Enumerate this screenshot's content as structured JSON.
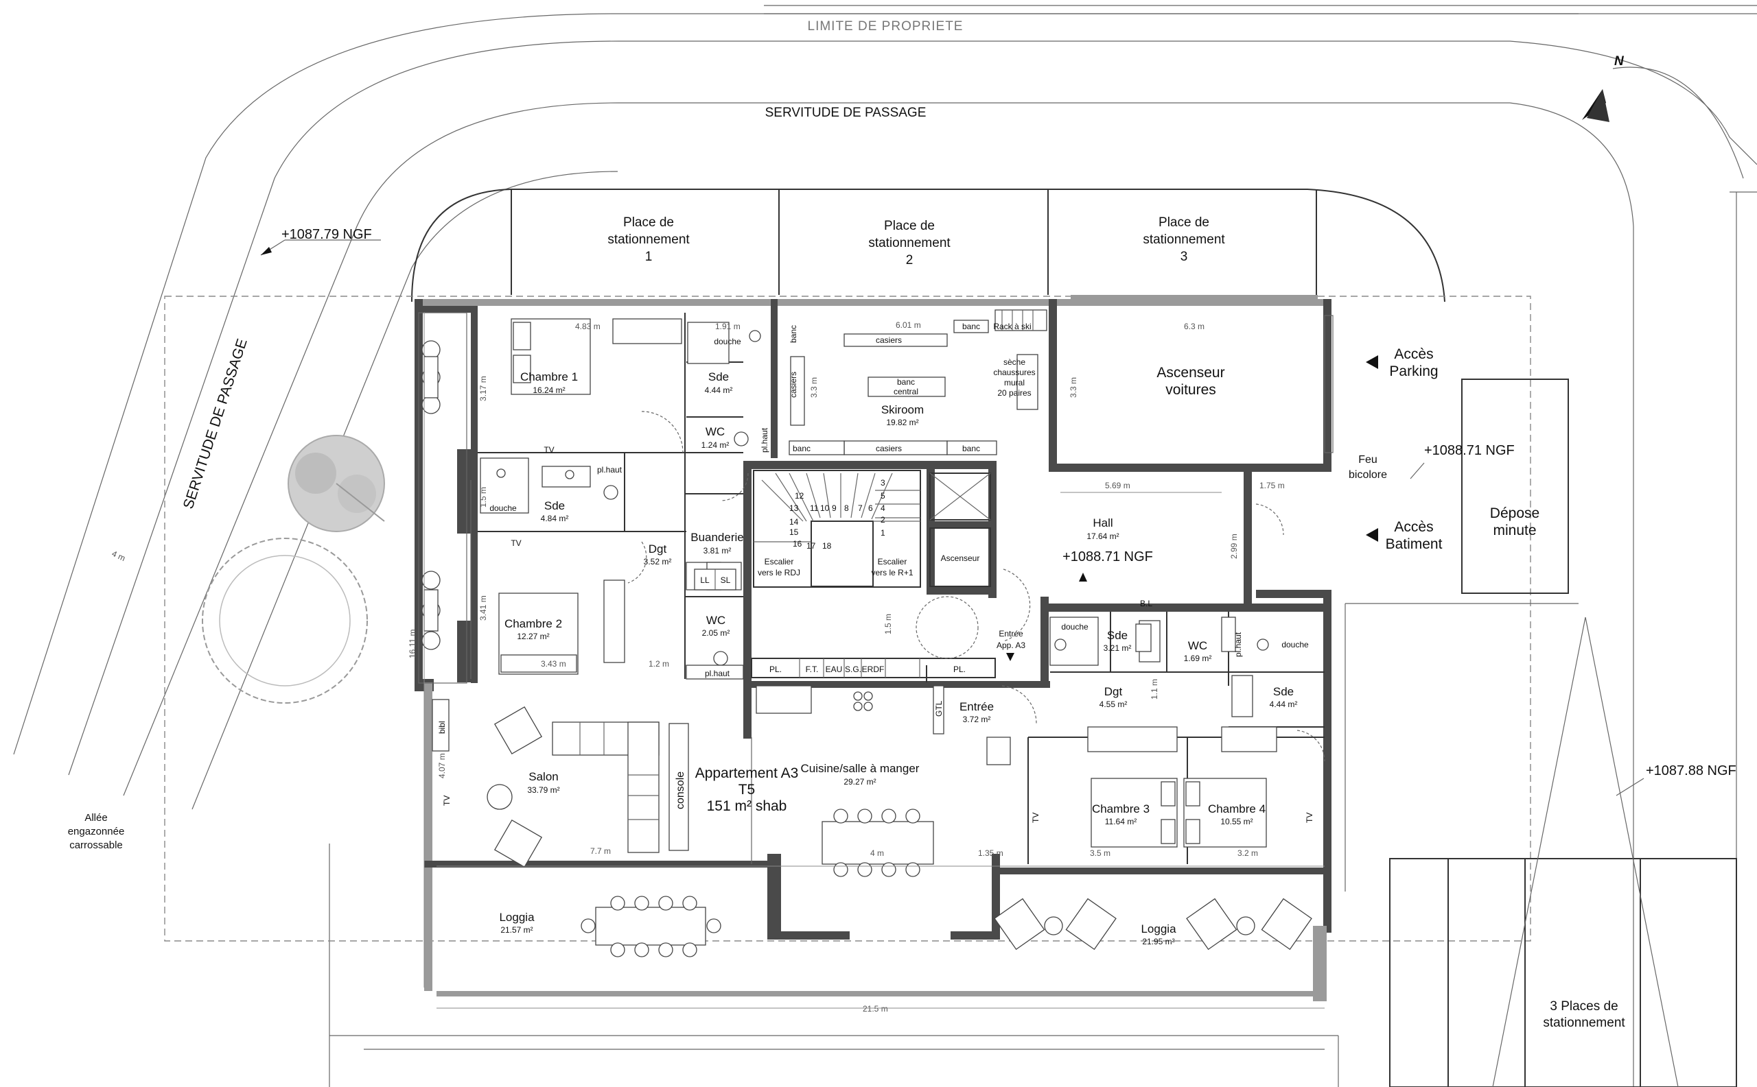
{
  "site": {
    "property_limit": "LIMITE DE PROPRIETE",
    "easement_top": "SERVITUDE DE PASSAGE",
    "easement_side": "SERVITUDE DE PASSAGE",
    "lawn_driveway": [
      "Allée",
      "engazonnée",
      "carrossable"
    ],
    "ngf_left": "+1087.79 NGF",
    "ngf_right_top": "+1088.71 NGF",
    "ngf_right_bottom": "+1087.88 NGF",
    "ngf_hall": "+1088.71 NGF",
    "north": "N",
    "parking_access": [
      "Accès",
      "Parking"
    ],
    "building_access": [
      "Accès",
      "Batiment"
    ],
    "traffic_light": [
      "Feu",
      "bicolore"
    ],
    "drop_off": [
      "Dépose",
      "minute"
    ],
    "three_spaces": [
      "3 Places de",
      "stationnement"
    ],
    "parking_spaces": [
      {
        "l1": "Place de",
        "l2": "stationnement",
        "n": "1"
      },
      {
        "l1": "Place de",
        "l2": "stationnement",
        "n": "2"
      },
      {
        "l1": "Place de",
        "l2": "stationnement",
        "n": "3"
      }
    ]
  },
  "apartment": {
    "title": "Appartement A3",
    "type": "T5",
    "area": "151 m² shab"
  },
  "rooms": {
    "chambre1": {
      "name": "Chambre 1",
      "area": "16.24 m²"
    },
    "sde1": {
      "name": "Sde",
      "area": "4.84 m²"
    },
    "chambre2": {
      "name": "Chambre 2",
      "area": "12.27 m²"
    },
    "sde_top": {
      "name": "Sde",
      "area": "4.44 m²"
    },
    "wc_top": {
      "name": "WC",
      "area": "1.24 m²"
    },
    "buanderie": {
      "name": "Buanderie",
      "area": "3.81 m²"
    },
    "dgt1": {
      "name": "Dgt",
      "area": "3.52 m²"
    },
    "wc2": {
      "name": "WC",
      "area": "2.05 m²"
    },
    "skiroom": {
      "name": "Skiroom",
      "area": "19.82 m²"
    },
    "ascenseur_voitures": [
      "Ascenseur",
      "voitures"
    ],
    "hall": {
      "name": "Hall",
      "area": "17.64 m²"
    },
    "salon": {
      "name": "Salon",
      "area": "33.79 m²"
    },
    "cuisine": {
      "name": "Cuisine/salle à manger",
      "area": "29.27 m²"
    },
    "entree": {
      "name": "Entrée",
      "area": "3.72 m²"
    },
    "entree_app": [
      "Entrée",
      "App. A3"
    ],
    "sde_mid": {
      "name": "Sde",
      "area": "3.21 m²"
    },
    "wc_mid": {
      "name": "WC",
      "area": "1.69 m²"
    },
    "dgt2": {
      "name": "Dgt",
      "area": "4.55 m²"
    },
    "sde_right": {
      "name": "Sde",
      "area": "4.44 m²"
    },
    "chambre3": {
      "name": "Chambre 3",
      "area": "11.64 m²"
    },
    "chambre4": {
      "name": "Chambre 4",
      "area": "10.55 m²"
    },
    "loggia1": {
      "name": "Loggia",
      "area": "21.57 m²"
    },
    "loggia2": {
      "name": "Loggia",
      "area": "21.95 m²"
    },
    "ascenseur": "Ascenseur",
    "escalier_rdj": [
      "Escalier",
      "vers le RDJ"
    ],
    "escalier_r1": [
      "Escalier",
      "vers le R+1"
    ]
  },
  "fixtures": {
    "douche": "douche",
    "tv": "TV",
    "pl_haut": "pl.haut",
    "casiers": "casiers",
    "banc": "banc",
    "banc_central": [
      "banc",
      "central"
    ],
    "rack_ski": "Rack à ski",
    "seche": [
      "sèche",
      "chaussures",
      "mural",
      "20 paires"
    ],
    "ll": "LL",
    "sl": "SL",
    "console": "console",
    "bibl": "bibl",
    "gtl": "GTL",
    "pl": "PL.",
    "ft": "F.T.",
    "eau": "EAU",
    "sg": "S.G.",
    "erdf": "ERDF",
    "bl": "B.L"
  },
  "dimensions": {
    "d_483": "4.83 m",
    "d_191": "1.91 m",
    "d_601": "6.01 m",
    "d_63": "6.3 m",
    "d_317": "3.17 m",
    "d_33a": "3.3 m",
    "d_33b": "3.3 m",
    "d_15": "1.5 m",
    "d_341": "3.41 m",
    "d_343": "3.43 m",
    "d_12": "1.2 m",
    "d_569": "5.69 m",
    "d_175": "1.75 m",
    "d_299": "2.99 m",
    "d_15b": "1.5 m",
    "d_11": "1.1 m",
    "d_407": "4.07 m",
    "d_1611": "16.11 m",
    "d_77": "7.7 m",
    "d_4": "4 m",
    "d_135": "1.35 m",
    "d_35": "3.5 m",
    "d_32": "3.2 m",
    "d_215": "21.5 m",
    "d_4m": "4 m"
  },
  "stair_steps": [
    "1",
    "2",
    "3",
    "4",
    "5",
    "6",
    "7",
    "8",
    "9",
    "10",
    "11",
    "12",
    "13",
    "14",
    "15",
    "16",
    "17",
    "18"
  ]
}
